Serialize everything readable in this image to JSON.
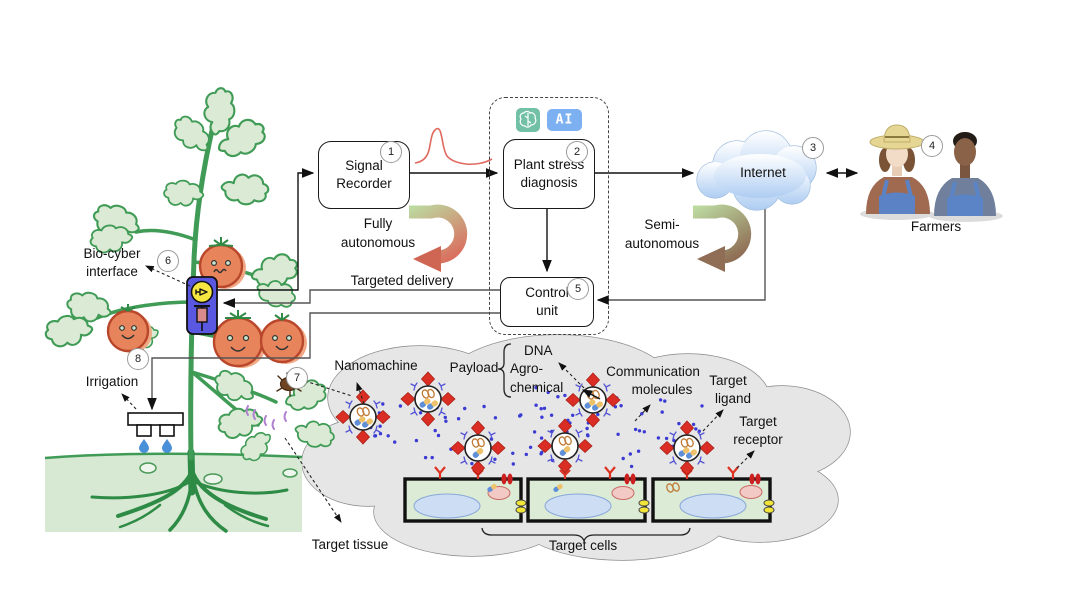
{
  "steps": {
    "s1": "1",
    "s2": "2",
    "s3": "3",
    "s4": "4",
    "s5": "5",
    "s6": "6",
    "s7": "7",
    "s8": "8"
  },
  "boxes": {
    "signal_recorder": {
      "line1": "Signal",
      "line2": "Recorder"
    },
    "plant_stress": {
      "line1": "Plant stress",
      "line2": "diagnosis"
    },
    "control_unit": {
      "line1": "Control",
      "line2": "unit"
    }
  },
  "badges": {
    "ai": "AI"
  },
  "network": {
    "internet": "Internet",
    "farmers": "Farmers"
  },
  "modes": {
    "fully": {
      "line1": "Fully",
      "line2": "autonomous"
    },
    "semi": {
      "line1": "Semi-",
      "line2": "autonomous"
    },
    "targeted_delivery": "Targeted delivery"
  },
  "plant": {
    "bio_cyber": {
      "line1": "Bio-cyber",
      "line2": "interface"
    },
    "irrigation": "Irrigation"
  },
  "nano": {
    "nanomachine": "Nanomachine",
    "payload": "Payload",
    "dna": "DNA",
    "agro_line1": "Agro-",
    "agro_line2": "chemical",
    "comm_line1": "Communication",
    "comm_line2": "molecules",
    "ligand_line1": "Target",
    "ligand_line2": "ligand",
    "receptor_line1": "Target",
    "receptor_line2": "receptor",
    "target_cells": "Target cells",
    "target_tissue": "Target tissue"
  },
  "colors": {
    "ligand_red": "#da2e24",
    "molecule_blue": "#3b3bd4",
    "tissue_cloud_gray": "#e6e6e6",
    "device_blue": "#5a57e0",
    "ai_badge_blue": "#7cb0f1",
    "brain_teal": "#72c0a6",
    "leaf_green": "#3f9b55",
    "tomato_orange": "#e8845c",
    "cell_green": "#dcebd6"
  }
}
